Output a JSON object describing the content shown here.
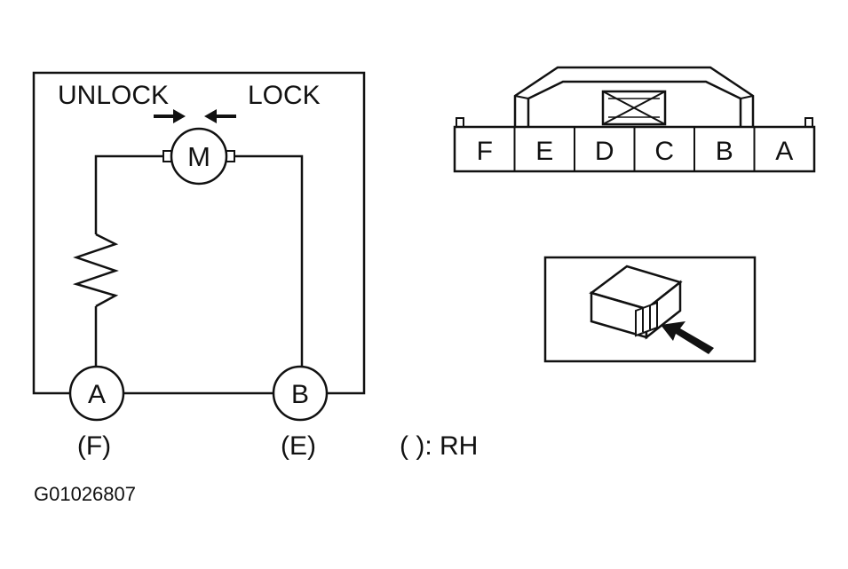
{
  "circuit": {
    "unlock_label": "UNLOCK",
    "lock_label": "LOCK",
    "motor_label": "M",
    "terminal_a_label": "A",
    "terminal_b_label": "B",
    "terminal_a_rh_label": "(F)",
    "terminal_b_rh_label": "(E)"
  },
  "legend": {
    "rh_note": "( ): RH"
  },
  "connector": {
    "pins": [
      "F",
      "E",
      "D",
      "C",
      "B",
      "A"
    ]
  },
  "figure_code": "G01026807"
}
